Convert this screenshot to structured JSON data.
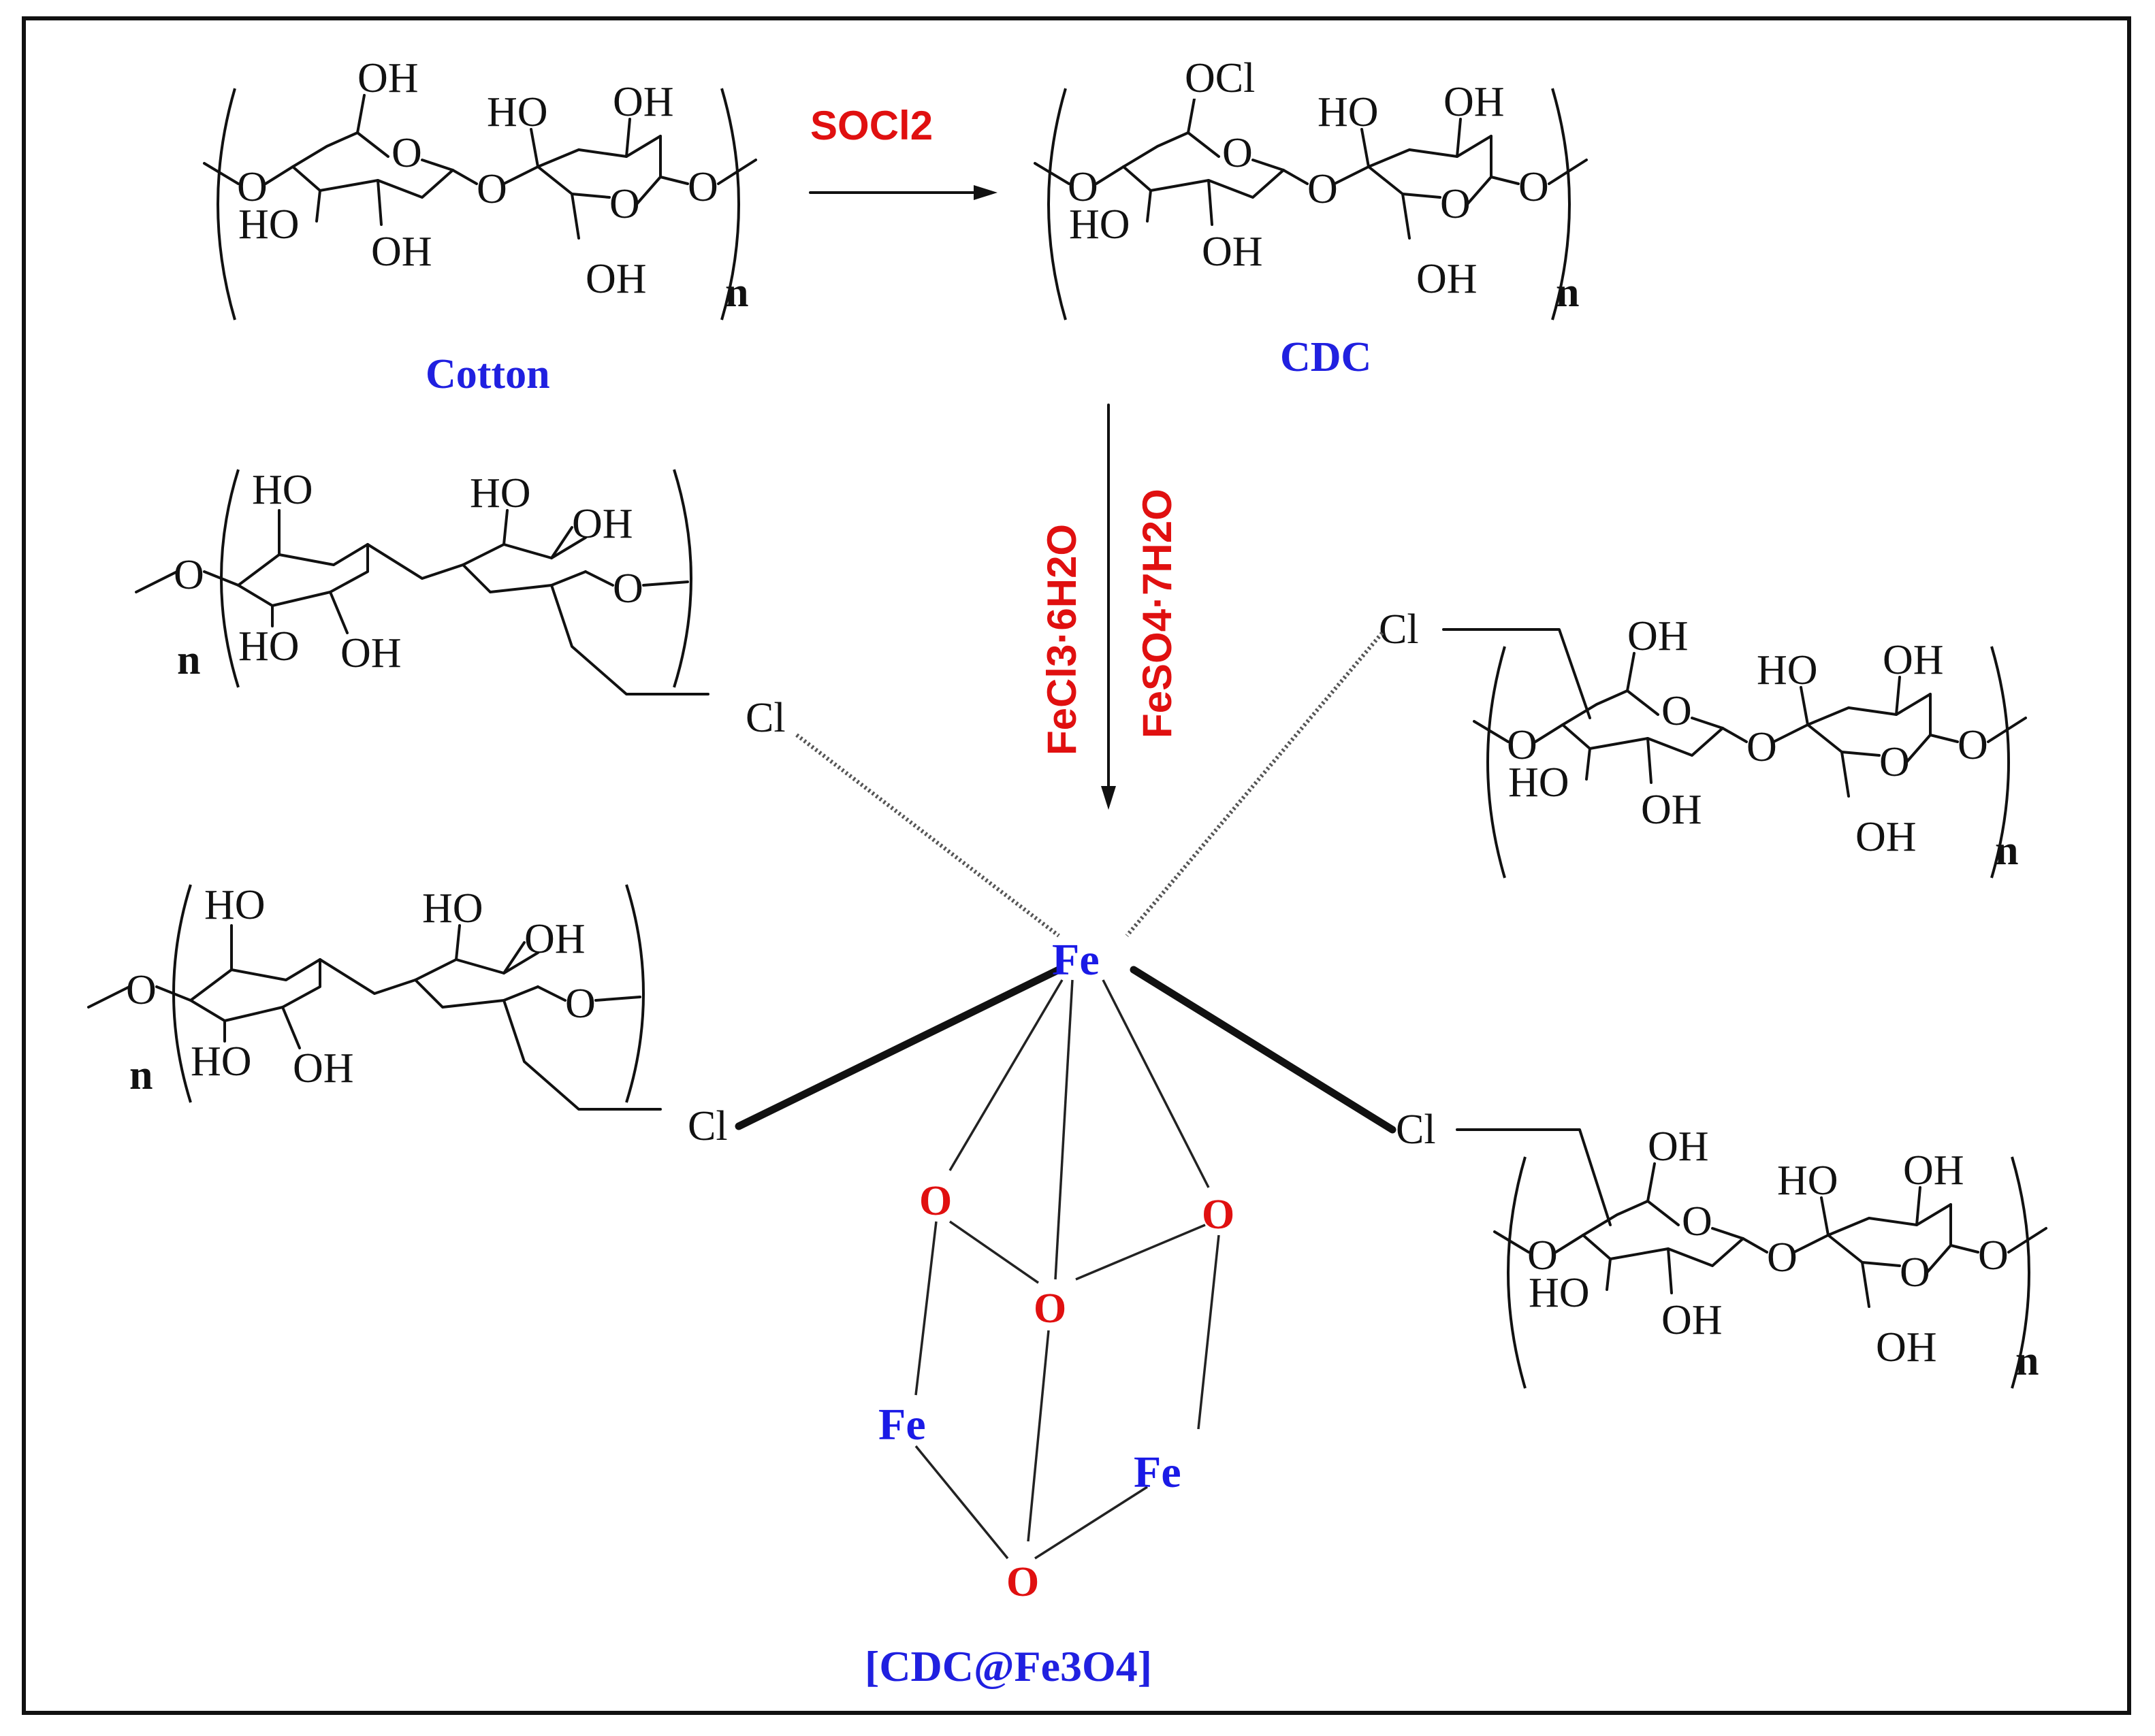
{
  "reagent_1": "SOCl2",
  "reagent_2a": "FeCl3·6H2O",
  "reagent_2b": "FeSO4·7H2O",
  "label_cotton": "Cotton",
  "label_cdc": "CDC",
  "label_product": "[CDC@Fe3O4]",
  "atoms": {
    "oh": "OH",
    "ho": "HO",
    "o": "O",
    "ocl": "OCl",
    "cl": "Cl",
    "n": "n",
    "fe": "Fe"
  },
  "colors": {
    "label": "#2020e0",
    "reagent": "#e01010",
    "fe": "#1a1ae6",
    "oxygen": "#e01010",
    "ink": "#111111"
  }
}
